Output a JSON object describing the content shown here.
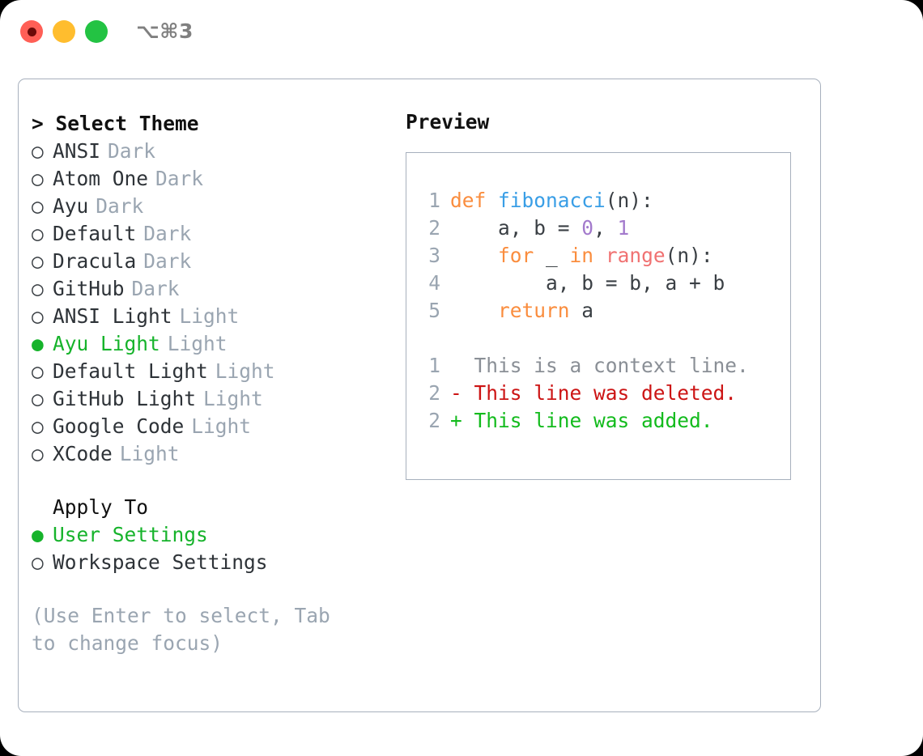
{
  "titlebar": {
    "shortcut": "⌥⌘3",
    "dots": [
      {
        "name": "close",
        "color": "#ff5f56"
      },
      {
        "name": "minimize",
        "color": "#ffbd2e"
      },
      {
        "name": "maximize",
        "color": "#23c343"
      }
    ]
  },
  "theme_picker": {
    "title": "> Select Theme",
    "items": [
      {
        "marker": "○",
        "name": "ANSI",
        "variant": "Dark",
        "selected": false
      },
      {
        "marker": "○",
        "name": "Atom One",
        "variant": "Dark",
        "selected": false
      },
      {
        "marker": "○",
        "name": "Ayu",
        "variant": "Dark",
        "selected": false
      },
      {
        "marker": "○",
        "name": "Default",
        "variant": "Dark",
        "selected": false
      },
      {
        "marker": "○",
        "name": "Dracula",
        "variant": "Dark",
        "selected": false
      },
      {
        "marker": "○",
        "name": "GitHub",
        "variant": "Dark",
        "selected": false
      },
      {
        "marker": "○",
        "name": "ANSI Light",
        "variant": "Light",
        "selected": false
      },
      {
        "marker": "●",
        "name": "Ayu Light",
        "variant": "Light",
        "selected": true
      },
      {
        "marker": "○",
        "name": "Default Light",
        "variant": "Light",
        "selected": false
      },
      {
        "marker": "○",
        "name": "GitHub Light",
        "variant": "Light",
        "selected": false
      },
      {
        "marker": "○",
        "name": "Google Code",
        "variant": "Light",
        "selected": false
      },
      {
        "marker": "○",
        "name": "XCode",
        "variant": "Light",
        "selected": false
      }
    ]
  },
  "apply_to": {
    "title": "Apply To",
    "items": [
      {
        "marker": "●",
        "name": "User Settings",
        "selected": true
      },
      {
        "marker": "○",
        "name": "Workspace Settings",
        "selected": false
      }
    ]
  },
  "hint": "(Use Enter to select, Tab to change focus)",
  "preview": {
    "title": "Preview",
    "code_lines": [
      {
        "lineno": "1",
        "tokens": [
          {
            "text": "def ",
            "type": "kw"
          },
          {
            "text": "fibonacci",
            "type": "fn"
          },
          {
            "text": "(n):",
            "type": "punct"
          }
        ]
      },
      {
        "lineno": "2",
        "tokens": [
          {
            "text": "    a, b = ",
            "type": "plain"
          },
          {
            "text": "0",
            "type": "num"
          },
          {
            "text": ", ",
            "type": "plain"
          },
          {
            "text": "1",
            "type": "num"
          }
        ]
      },
      {
        "lineno": "3",
        "tokens": [
          {
            "text": "    ",
            "type": "plain"
          },
          {
            "text": "for",
            "type": "kw"
          },
          {
            "text": " _ ",
            "type": "plain"
          },
          {
            "text": "in",
            "type": "kw"
          },
          {
            "text": " ",
            "type": "plain"
          },
          {
            "text": "range",
            "type": "builtin"
          },
          {
            "text": "(n):",
            "type": "punct"
          }
        ]
      },
      {
        "lineno": "4",
        "tokens": [
          {
            "text": "        a, b = b, a + b",
            "type": "plain"
          }
        ]
      },
      {
        "lineno": "5",
        "tokens": [
          {
            "text": "    ",
            "type": "plain"
          },
          {
            "text": "return",
            "type": "kw"
          },
          {
            "text": " a",
            "type": "plain"
          }
        ]
      }
    ],
    "diff_lines": [
      {
        "lineno": "1",
        "sign": " ",
        "text": "This is a context line.",
        "type": "context"
      },
      {
        "lineno": "2",
        "sign": "-",
        "text": "This line was deleted.",
        "type": "del"
      },
      {
        "lineno": "2",
        "sign": "+",
        "text": "This line was added.",
        "type": "add"
      }
    ]
  },
  "colors": {
    "accent_green": "#16b32b",
    "muted": "#9aa5b1",
    "border": "#a7b0bd",
    "keyword": "#fa8d3e",
    "function": "#399ee6",
    "number": "#a37acc",
    "builtin": "#f07171",
    "diff_deleted": "#cc1414",
    "diff_added": "#13bb1d"
  }
}
